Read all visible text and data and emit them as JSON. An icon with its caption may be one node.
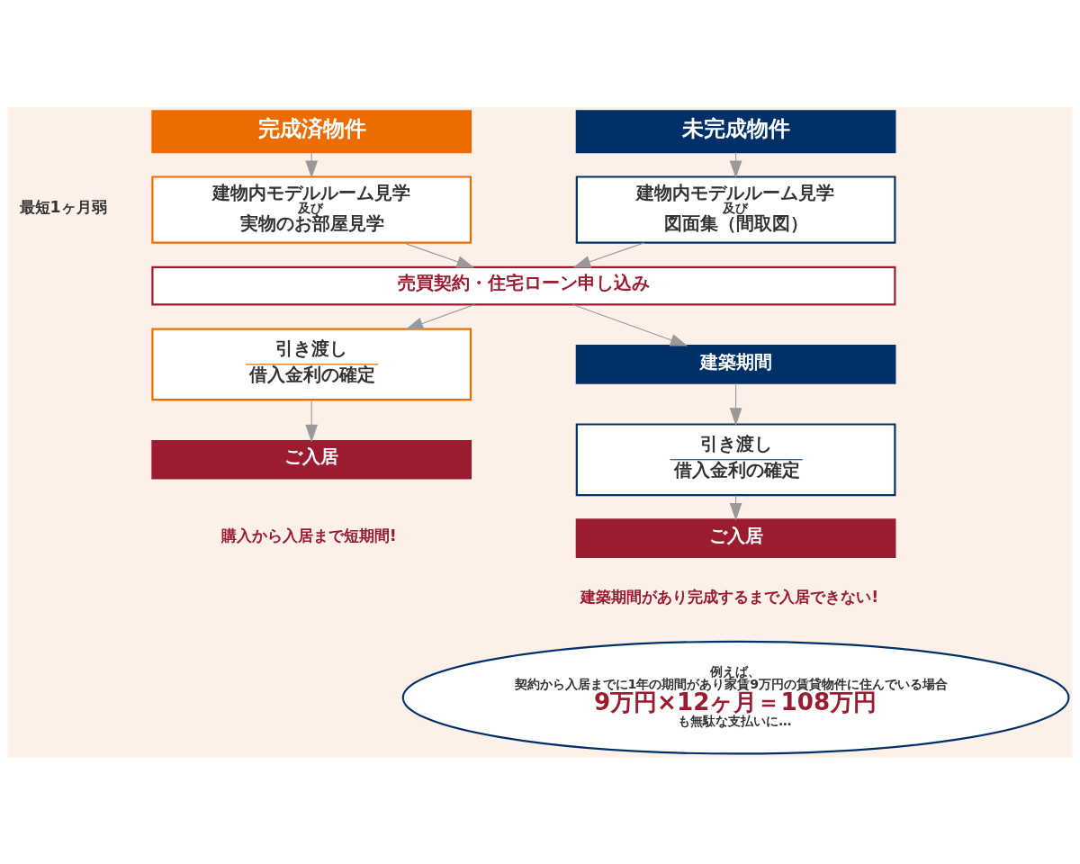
{
  "diagram": {
    "nodes": [
      {
        "text": [
          "完成済物件"
        ]
      },
      {
        "text": [
          "未完成物件"
        ]
      },
      {
        "text": [
          "建物内モデルルーム見学",
          "及び",
          "実物のお部屋見学"
        ]
      },
      {
        "text": [
          "建物内モデルルーム見学",
          "及び",
          "図面集（間取図）"
        ]
      },
      {
        "text": [
          "売買契約・住宅ローン申し込み"
        ]
      },
      {
        "text": [
          "引き渡し",
          "借入金利の確定"
        ]
      },
      {
        "text": [
          "建築期間"
        ]
      },
      {
        "text": [
          "ご入居"
        ],
        "beside": [
          "購入から入居まで短期間!"
        ]
      },
      {
        "text": [
          "引き渡し",
          "借入金利の確定"
        ]
      },
      {
        "text": [
          "ご入居"
        ],
        "beside": [
          "建築期間があり完成するまで入居できない!"
        ]
      },
      {
        "text": [
          "例えば、",
          "契約から入居までに1年の期間があり家賃9万円の賃貸物件に住んでいる場合",
          "9万円×12ヶ月＝108万円",
          "も無駄な支払いに…"
        ]
      }
    ],
    "edges": [
      {
        "from": 0,
        "to": 2,
        "arrow": "to"
      },
      {
        "from": 1,
        "to": 3,
        "arrow": "to"
      },
      {
        "from": 2,
        "to": 4,
        "arrow": "to"
      },
      {
        "from": 3,
        "to": 4,
        "arrow": "to"
      },
      {
        "from": 4,
        "to": 5,
        "arrow": "to"
      },
      {
        "from": 4,
        "to": 6,
        "arrow": "to"
      },
      {
        "from": 5,
        "to": 7,
        "arrow": "to"
      },
      {
        "from": 6,
        "to": 8,
        "arrow": "to"
      },
      {
        "from": 8,
        "to": 9,
        "arrow": "to"
      }
    ],
    "labels": [
      "最短1ヶ月弱"
    ]
  }
}
